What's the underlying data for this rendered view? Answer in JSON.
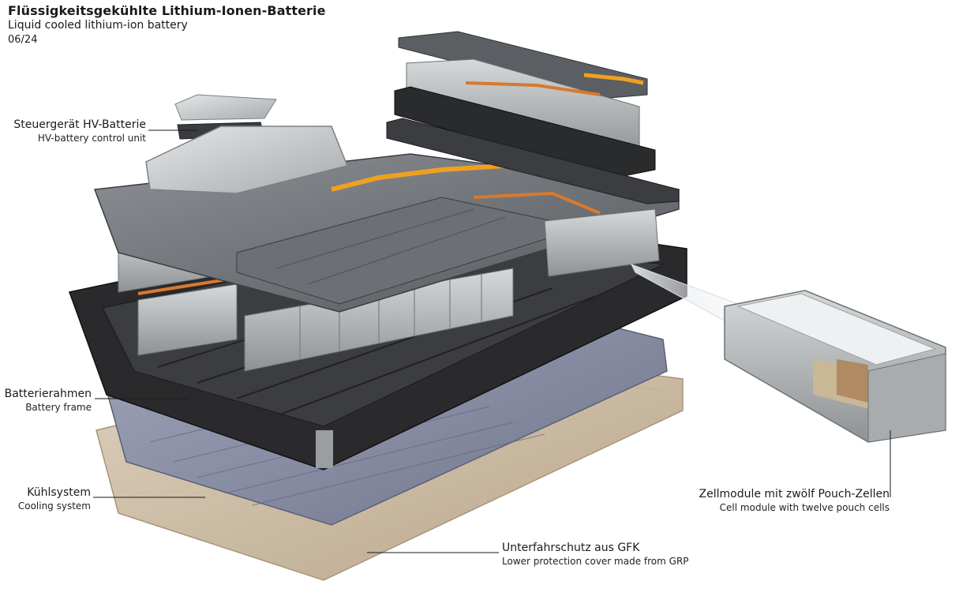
{
  "header": {
    "title": "Flüssigkeitsgekühlte Lithium-Ionen-Batterie",
    "subtitle": "Liquid cooled lithium-ion battery",
    "date": "06/24"
  },
  "labels": {
    "control_unit": {
      "de": "Steuergerät HV-Batterie",
      "en": "HV-battery control unit"
    },
    "frame": {
      "de": "Batterierahmen",
      "en": "Battery frame"
    },
    "cooling": {
      "de": "Kühlsystem",
      "en": "Cooling system"
    },
    "cover": {
      "de": "Unterfahrschutz aus GFK",
      "en": "Lower protection cover made from GRP"
    },
    "module": {
      "de": "Zellmodule mit zwölf Pouch-Zellen",
      "en": "Cell module with twelve pouch cells"
    }
  },
  "colors": {
    "cover": "#cdbba2",
    "cooling": "#8a8fa6",
    "frame": "#2a2a2c",
    "module": "#b9bdbf",
    "copper": "#d9792f",
    "orange_wire": "#f0a020",
    "lid": "#707478"
  }
}
